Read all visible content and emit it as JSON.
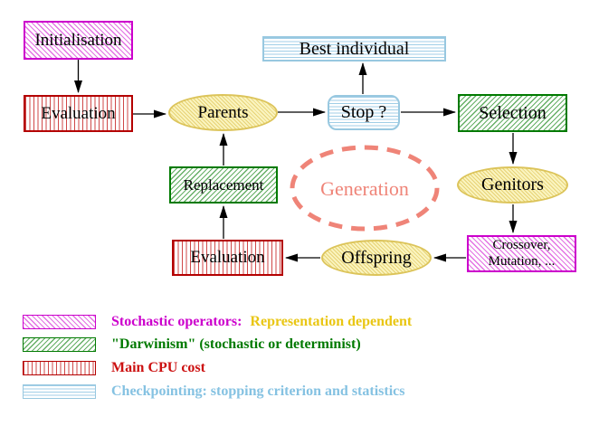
{
  "figure": {
    "type": "flow-diagram",
    "subject": "evolutionary algorithm generation loop",
    "background_color": "#ffffff"
  },
  "nodes": {
    "initialisation": {
      "label": "Initialisation",
      "category": "stochastic-operator",
      "shape": "rect"
    },
    "evaluation_top": {
      "label": "Evaluation",
      "category": "main-cpu-cost",
      "shape": "rect"
    },
    "parents": {
      "label": "Parents",
      "category": "population",
      "shape": "ellipse"
    },
    "best_individual": {
      "label": "Best individual",
      "category": "checkpointing",
      "shape": "rect"
    },
    "stop": {
      "label": "Stop ?",
      "category": "checkpointing",
      "shape": "rounded-rect"
    },
    "selection": {
      "label": "Selection",
      "category": "darwinism",
      "shape": "rect"
    },
    "replacement": {
      "label": "Replacement",
      "category": "darwinism",
      "shape": "rect"
    },
    "generation": {
      "label": "Generation",
      "shape": "dashed-ellipse"
    },
    "genitors": {
      "label": "Genitors",
      "category": "population",
      "shape": "ellipse"
    },
    "evaluation_bottom": {
      "label": "Evaluation",
      "category": "main-cpu-cost",
      "shape": "rect"
    },
    "offspring": {
      "label": "Offspring",
      "category": "population",
      "shape": "ellipse"
    },
    "crossover": {
      "line1": "Crossover,",
      "line2": "Mutation, ...",
      "category": "stochastic-operator",
      "shape": "rect"
    }
  },
  "edges": [
    "initialisation->evaluation_top",
    "evaluation_top->parents",
    "parents->stop",
    "stop->best_individual",
    "stop->selection",
    "selection->genitors",
    "genitors->crossover",
    "crossover->offspring",
    "offspring->evaluation_bottom",
    "evaluation_bottom->replacement",
    "replacement->parents"
  ],
  "legend": {
    "items": [
      {
        "pattern": "magenta-diagonal-hatch",
        "label": "Stochastic operators:",
        "label_color": "#cc00cc",
        "suffix": "Representation dependent",
        "suffix_color": "#e9c613"
      },
      {
        "pattern": "green-diagonal-hatch",
        "label": "\"Darwinism\" (stochastic or determinist)",
        "label_color": "#007a00"
      },
      {
        "pattern": "red-vertical-stripes",
        "label": "Main CPU cost",
        "label_color": "#cc1111"
      },
      {
        "pattern": "cyan-horizontal-stripes",
        "label": "Checkpointing: stopping criterion and statistics",
        "label_color": "#85c2e2"
      }
    ]
  },
  "colors": {
    "magenta": "#cc00cc",
    "dark_green": "#007a00",
    "dark_red": "#b40000",
    "light_blue": "#98c8e0",
    "khaki": "#dcc45a",
    "pale_yellow": "#faf4bf",
    "salmon": "#ef8478",
    "gold": "#e9c613",
    "arrow_black": "#000000"
  }
}
